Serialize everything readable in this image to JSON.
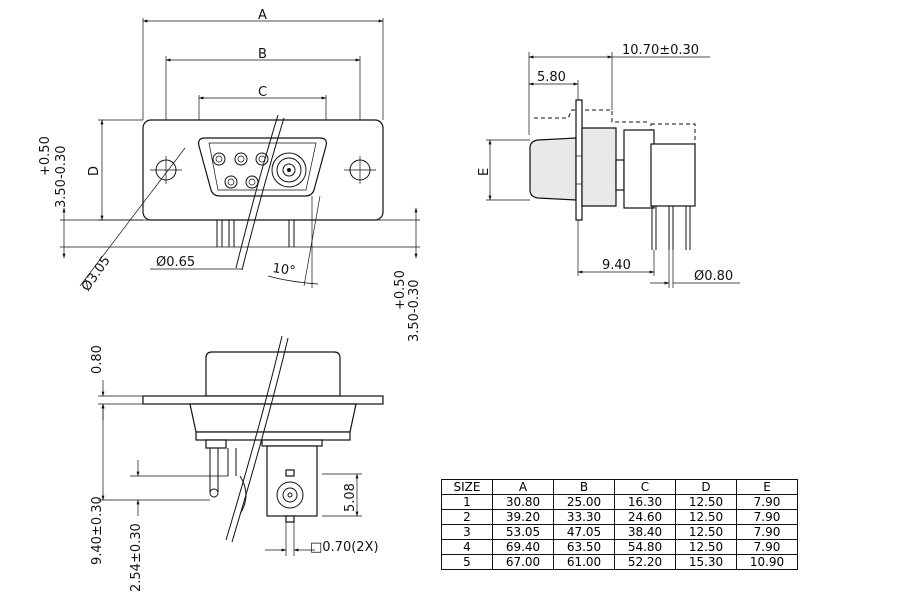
{
  "dims": {
    "A": "A",
    "B": "B",
    "C": "C",
    "D": "D",
    "E": "E",
    "tol_top": "+0.50",
    "tol_bottom": "3.50-0.30",
    "hole": "Ø3.05",
    "pin_dia": "Ø0.65",
    "angle": "10°",
    "depth": "10.70±0.30",
    "flange": "5.80",
    "pin_off": "9.40",
    "pin_dia2": "Ø0.80",
    "gap": "0.80",
    "height": "9.40±0.30",
    "pitch": "2.54±0.30",
    "tab": "5.08",
    "square": "□0.70(2X)"
  },
  "table": {
    "headers": [
      "SIZE",
      "A",
      "B",
      "C",
      "D",
      "E"
    ],
    "rows": [
      [
        "1",
        "30.80",
        "25.00",
        "16.30",
        "12.50",
        "7.90"
      ],
      [
        "2",
        "39.20",
        "33.30",
        "24.60",
        "12.50",
        "7.90"
      ],
      [
        "3",
        "53.05",
        "47.05",
        "38.40",
        "12.50",
        "7.90"
      ],
      [
        "4",
        "69.40",
        "63.50",
        "54.80",
        "12.50",
        "7.90"
      ],
      [
        "5",
        "67.00",
        "61.00",
        "52.20",
        "15.30",
        "10.90"
      ]
    ]
  }
}
